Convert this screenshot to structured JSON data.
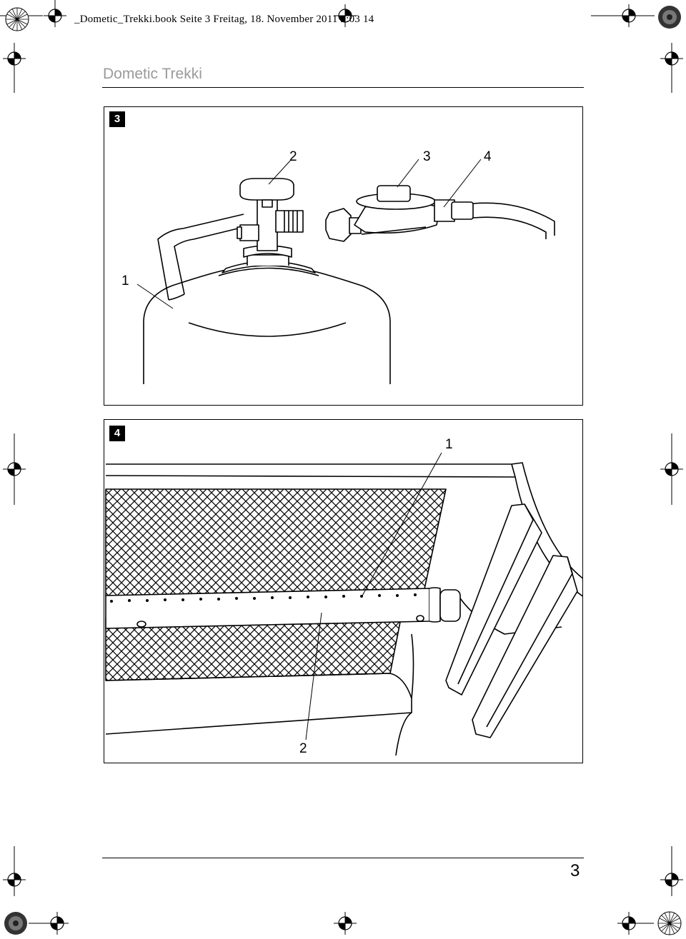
{
  "print_info": "_Dometic_Trekki.book  Seite 3  Freitag, 18. November 2011  2:03 14",
  "header": {
    "title": "Dometic Trekki"
  },
  "figure3": {
    "badge": "3",
    "callouts": [
      "2",
      "3",
      "4",
      "1"
    ]
  },
  "figure4": {
    "badge": "4",
    "callouts": [
      "1",
      "2"
    ]
  },
  "footer": {
    "page_number": "3"
  }
}
